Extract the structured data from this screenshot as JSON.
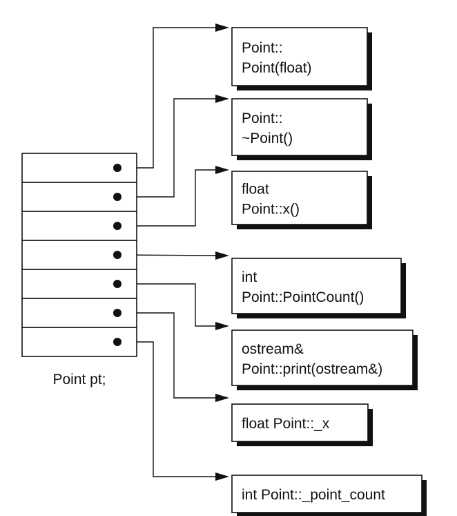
{
  "object": {
    "caption": "Point pt;",
    "slot_count": 7
  },
  "members": [
    {
      "lines": [
        "Point::",
        "Point(float)"
      ]
    },
    {
      "lines": [
        "Point::",
        "~Point()"
      ]
    },
    {
      "lines": [
        "float",
        "Point::x()"
      ]
    },
    {
      "lines": [
        "int",
        "Point::PointCount()"
      ]
    },
    {
      "lines": [
        "ostream&",
        "Point::print(ostream&)"
      ]
    },
    {
      "lines": [
        "float Point::_x"
      ]
    },
    {
      "lines": [
        "int Point::_point_count"
      ]
    }
  ]
}
